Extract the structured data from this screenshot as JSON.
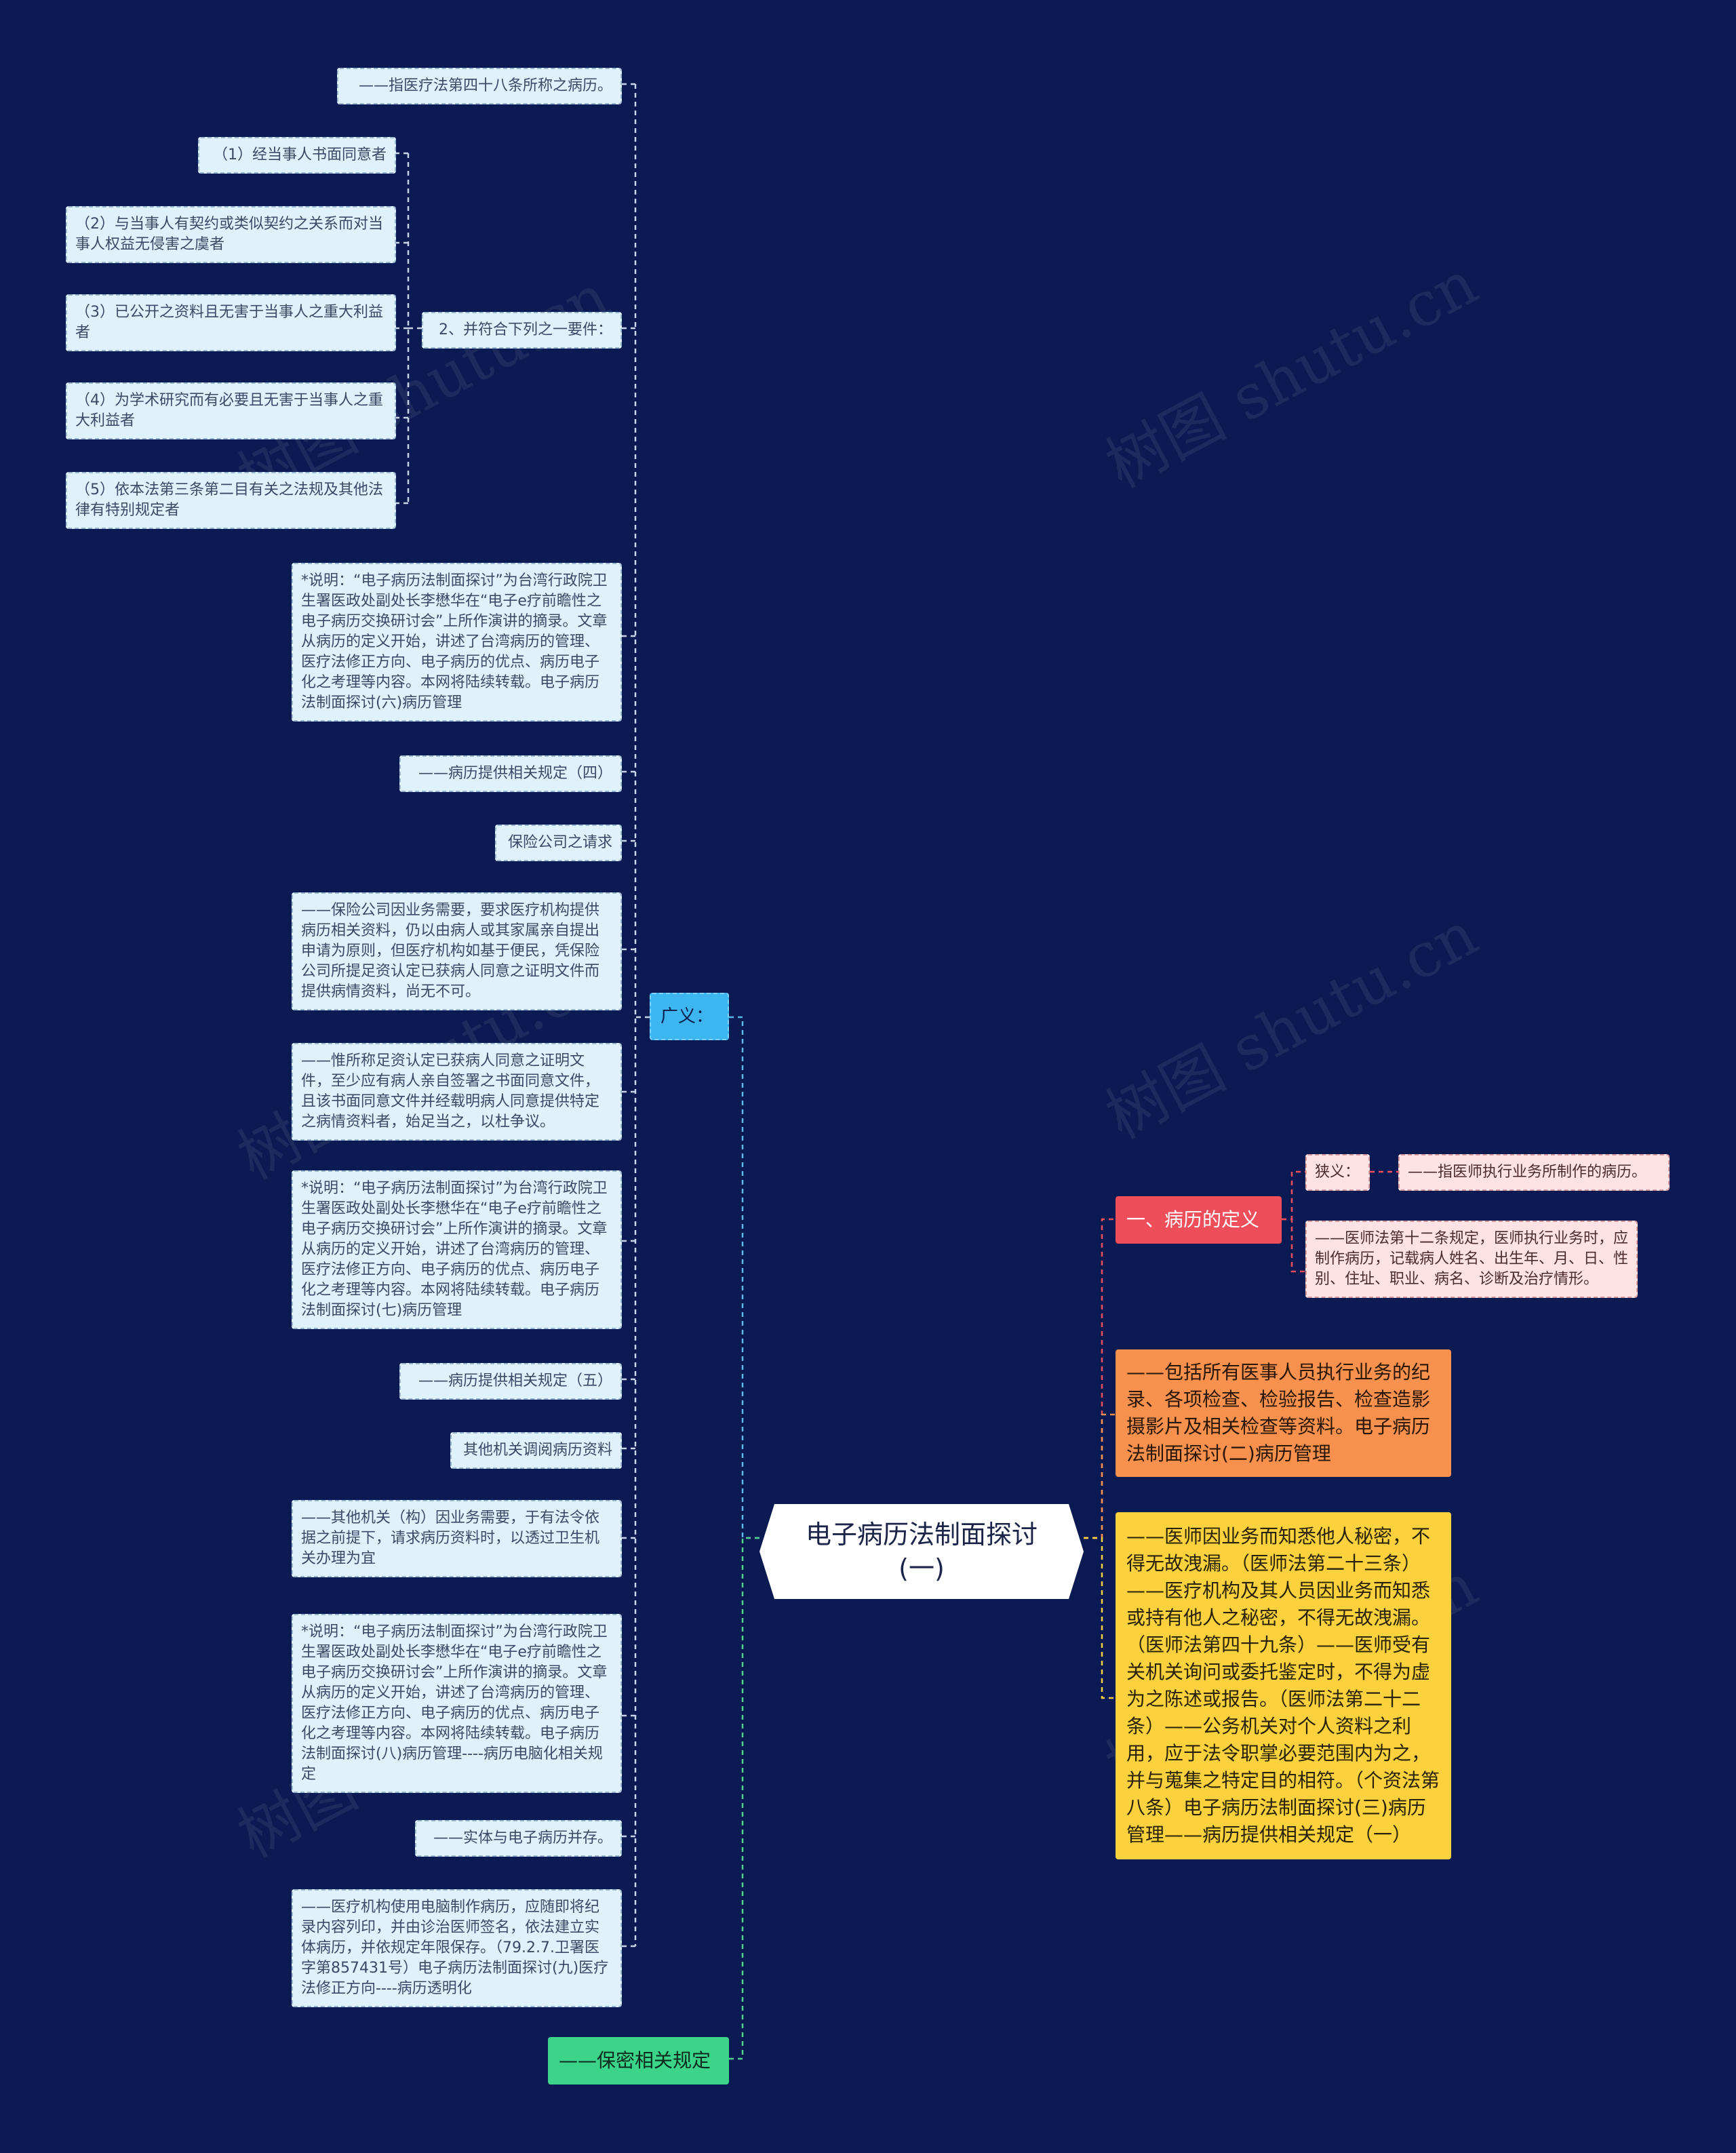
{
  "root": "电子病历法制面探讨(一)",
  "watermark": "树图 shutu.cn",
  "colors": {
    "background": "#0b1a52",
    "root": "#ffffff",
    "guangyi": "#3db6f0",
    "baomi": "#3bd489",
    "definition": "#ee4e5a",
    "orange": "#f8914e",
    "yellow": "#fbd23e",
    "leaf": "#dff2fb",
    "pink": "#fde3e3"
  },
  "left": {
    "guangyi": {
      "label": "广义：",
      "items": [
        "——指医疗法第四十八条所称之病历。",
        "2、并符合下列之一要件：",
        "*说明：“电子病历法制面探讨”为台湾行政院卫生署医政处副处长李懋华在“电子e疗前瞻性之电子病历交换研讨会”上所作演讲的摘录。文章从病历的定义开始，讲述了台湾病历的管理、医疗法修正方向、电子病历的优点、病历电子化之考理等内容。本网将陆续转载。电子病历法制面探讨(六)病历管理",
        "——病历提供相关规定（四）",
        "保险公司之请求",
        "——保险公司因业务需要，要求医疗机构提供病历相关资料，仍以由病人或其家属亲自提出申请为原则，但医疗机构如基于便民，凭保险公司所提足资认定已获病人同意之证明文件而提供病情资料，尚无不可。",
        "——惟所称足资认定已获病人同意之证明文件，至少应有病人亲自签署之书面同意文件，且该书面同意文件并经载明病人同意提供特定之病情资料者，始足当之，以杜争议。",
        "*说明：“电子病历法制面探讨”为台湾行政院卫生署医政处副处长李懋华在“电子e疗前瞻性之电子病历交换研讨会”上所作演讲的摘录。文章从病历的定义开始，讲述了台湾病历的管理、医疗法修正方向、电子病历的优点、病历电子化之考理等内容。本网将陆续转载。电子病历法制面探讨(七)病历管理",
        "——病历提供相关规定（五）",
        "其他机关调阅病历资料",
        "——其他机关（构）因业务需要，于有法令依据之前提下，请求病历资料时，以透过卫生机关办理为宜",
        "*说明：“电子病历法制面探讨”为台湾行政院卫生署医政处副处长李懋华在“电子e疗前瞻性之电子病历交换研讨会”上所作演讲的摘录。文章从病历的定义开始，讲述了台湾病历的管理、医疗法修正方向、电子病历的优点、病历电子化之考理等内容。本网将陆续转载。电子病历法制面探讨(八)病历管理----病历电脑化相关规定",
        "——实体与电子病历并存。",
        "——医疗机构使用电脑制作病历，应随即将纪录内容列印，并由诊治医师签名，依法建立实体病历，并依规定年限保存。（79.2.7.卫署医字第857431号）电子病历法制面探讨(九)医疗法修正方向----病历透明化"
      ],
      "conditions": [
        "（1）经当事人书面同意者",
        "（2）与当事人有契约或类似契约之关系而对当事人权益无侵害之虞者",
        "（3）已公开之资料且无害于当事人之重大利益者",
        "（4）为学术研究而有必要且无害于当事人之重大利益者",
        "（5）依本法第三条第二目有关之法规及其他法律有特别规定者"
      ]
    },
    "baomi": "——保密相关规定"
  },
  "right": {
    "definition": {
      "label": "一、病历的定义",
      "narrow_label": "狭义：",
      "narrow_text": "——指医师执行业务所制作的病历。",
      "law_text": "——医师法第十二条规定，医师执行业务时，应制作病历，记载病人姓名、出生年、月、日、性别、住址、职业、病名、诊断及治疗情形。"
    },
    "broad_text": "——包括所有医事人员执行业务的纪录、各项检查、检验报告、检查造影摄影片及相关检查等资料。电子病历法制面探讨(二)病历管理",
    "secret_text": "——医师因业务而知悉他人秘密，不得无故洩漏。（医师法第二十三条）——医疗机构及其人员因业务而知悉或持有他人之秘密，不得无故洩漏。（医师法第四十九条）——医师受有关机关询问或委托鉴定时，不得为虚为之陈述或报告。（医师法第二十二条）——公务机关对个人资料之利用，应于法令职掌必要范围内为之，并与蒐集之特定目的相符。（个资法第八条）电子病历法制面探讨(三)病历管理——病历提供相关规定（一）"
  }
}
